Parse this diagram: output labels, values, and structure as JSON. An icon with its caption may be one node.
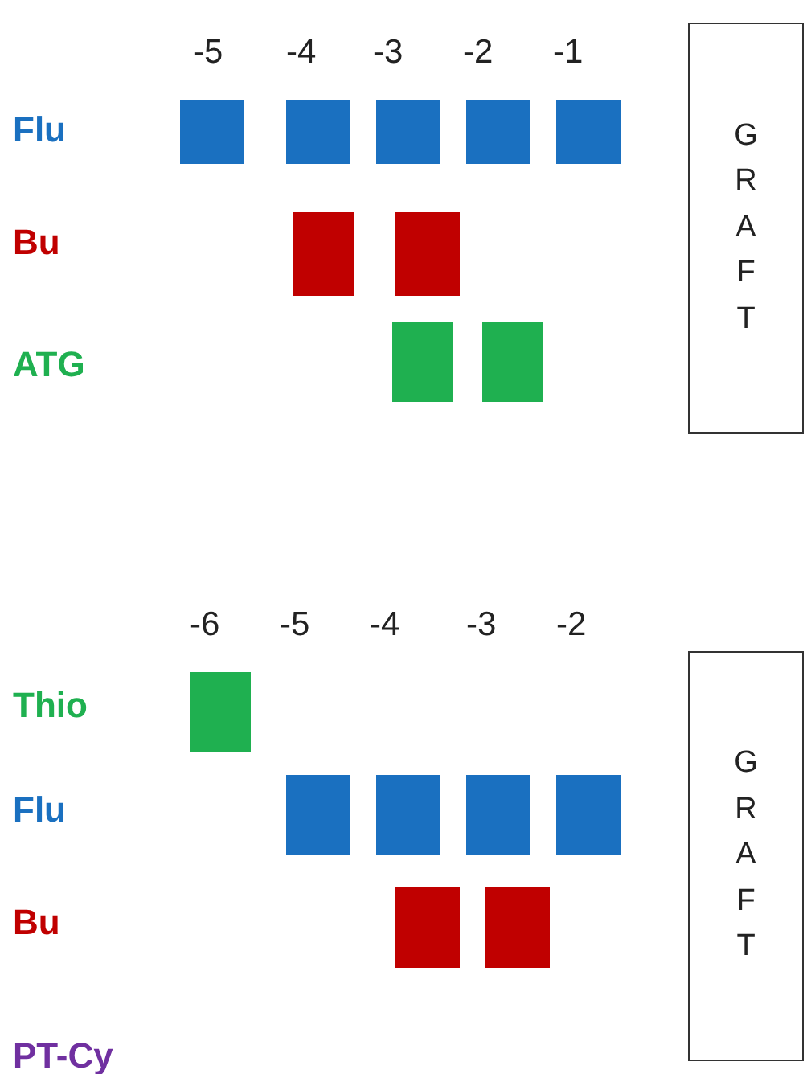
{
  "diagram": {
    "nodes": [
      {
        "text": [
          "GRAFT"
        ]
      },
      {
        "text": [
          "GRAFT"
        ]
      },
      {
        "text": [],
        "shape": "box"
      },
      {
        "text": [],
        "shape": "box"
      },
      {
        "text": [],
        "shape": "box"
      },
      {
        "text": [],
        "shape": "box"
      },
      {
        "text": [],
        "shape": "box"
      },
      {
        "text": [],
        "shape": "box"
      },
      {
        "text": [],
        "shape": "box"
      },
      {
        "text": [],
        "shape": "box"
      },
      {
        "text": [],
        "shape": "box"
      },
      {
        "text": [],
        "shape": "box"
      },
      {
        "text": [],
        "shape": "box"
      },
      {
        "text": [],
        "shape": "box"
      },
      {
        "text": [],
        "shape": "box"
      },
      {
        "text": [],
        "shape": "box"
      },
      {
        "text": [],
        "shape": "box"
      },
      {
        "text": [],
        "shape": "box"
      }
    ],
    "labels": [
      "-5",
      "-4",
      "-3",
      "-2",
      "-1",
      "Flu",
      "Bu",
      "ATG",
      "-6",
      "-5",
      "-4",
      "-3",
      "-2",
      "Thio",
      "Flu",
      "Bu",
      "PT-Cy"
    ]
  }
}
